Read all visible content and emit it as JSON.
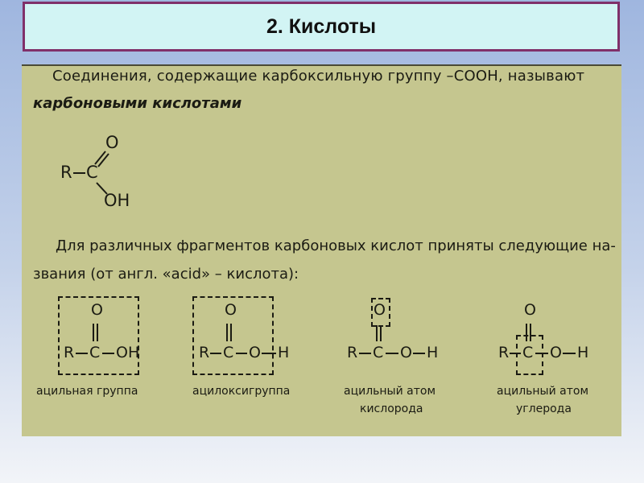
{
  "title": "2. Кислоты",
  "definition": {
    "line1": "Соединения, содержащие карбоксильную группу –СООН, называют",
    "line2": "карбоновыми кислотами"
  },
  "main_structure": {
    "R": "R",
    "C": "C",
    "O": "O",
    "OH": "OH"
  },
  "intro": {
    "line1": "Для различных фрагментов карбоновых кислот приняты следующие на-",
    "line2": "звания (от англ. «acid» – кислота):"
  },
  "fragments": [
    {
      "top_O": "O",
      "atoms": [
        "R",
        "C",
        "OH"
      ],
      "caption": [
        "ацильная группа"
      ]
    },
    {
      "top_O": "O",
      "atoms": [
        "R",
        "C",
        "O",
        "H"
      ],
      "caption": [
        "ацилоксигруппа"
      ]
    },
    {
      "top_O": "O",
      "atoms": [
        "R",
        "C",
        "O",
        "H"
      ],
      "caption": [
        "ацильный атом",
        "кислорода"
      ]
    },
    {
      "top_O": "O",
      "atoms": [
        "R",
        "C",
        "O",
        "H"
      ],
      "caption": [
        "ацильный атом",
        "углерода"
      ]
    }
  ]
}
